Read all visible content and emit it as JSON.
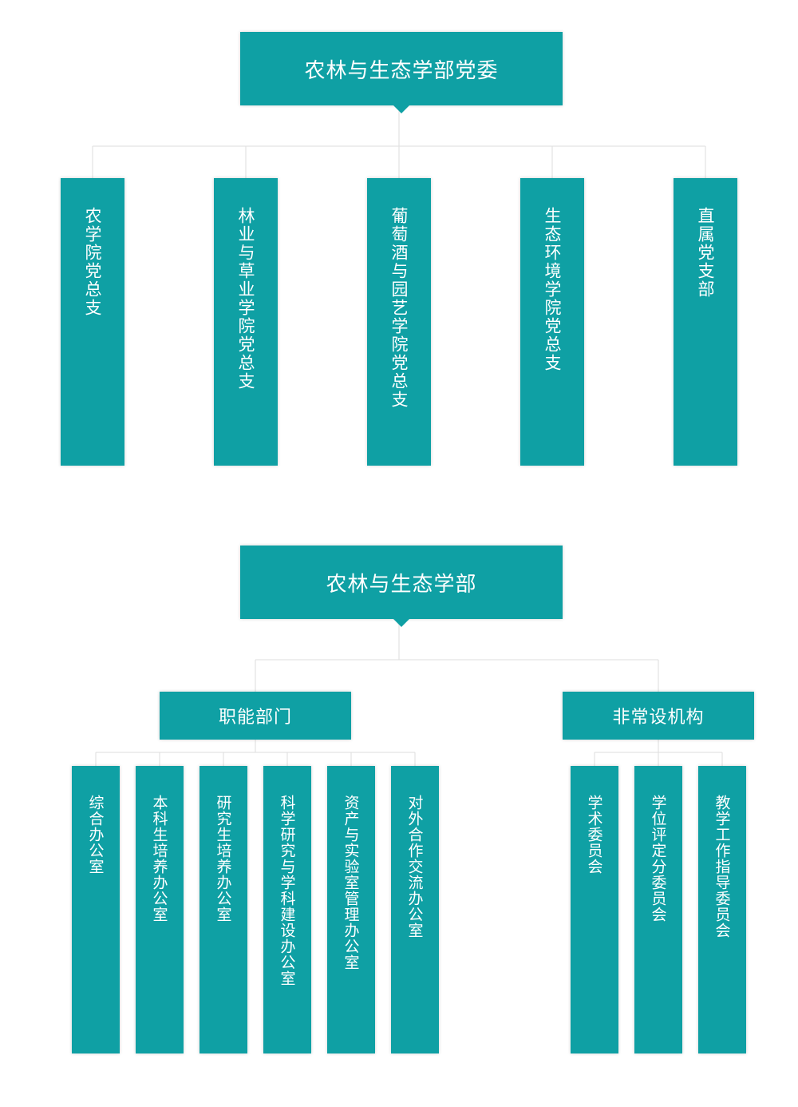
{
  "party": {
    "title": "农林与生态学部党委",
    "branches": [
      "农学院党总支",
      "林业与草业学院党总支",
      "葡萄酒与园艺学院党总支",
      "生态环境学院党总支",
      "直属党支部"
    ]
  },
  "faculty": {
    "title": "农林与生态学部",
    "functional": {
      "label": "职能部门",
      "offices": [
        "综合办公室",
        "本科生培养办公室",
        "研究生培养办公室",
        "科学研究与学科建设办公室",
        "资产与实验室管理办公室",
        "对外合作交流办公室"
      ]
    },
    "nonstanding": {
      "label": "非常设机构",
      "committees": [
        "学术委员会",
        "学位评定分委员会",
        "教学工作指导委员会"
      ]
    }
  },
  "colors": {
    "box": "#0fa0a4",
    "line": "#dddddd",
    "text": "#ffffff"
  }
}
